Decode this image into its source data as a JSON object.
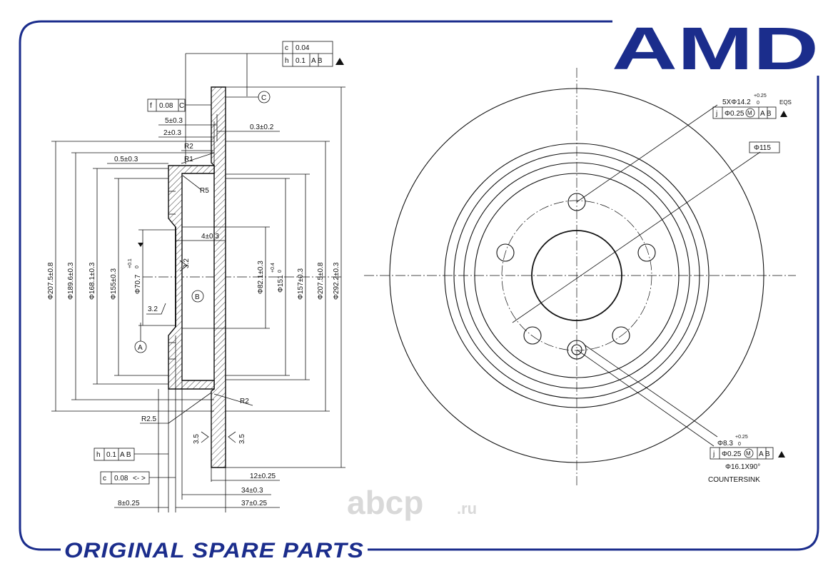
{
  "brand": {
    "logo_text": "AMD",
    "tagline": "ORIGINAL SPARE PARTS",
    "color": "#1b2d8c"
  },
  "watermark": {
    "text": "abcp",
    "suffix": ".ru"
  },
  "section_view": {
    "labels": {
      "tol_c_sym": "c",
      "tol_c_val": "0.04",
      "tol_h_sym": "h",
      "tol_h_val": "0.1",
      "tol_h_ref": "A B",
      "tol_f_sym": "f",
      "tol_f_val": "0.08",
      "tol_f_ref": "C",
      "datum_c": "C",
      "datum_b": "B",
      "datum_a": "A",
      "d_5": "5±0.3",
      "d_2": "2±0.3",
      "d_03": "0.3±0.2",
      "r2_top": "R2",
      "r1": "R1",
      "d_05": "0.5±0.3",
      "r5": "R5",
      "d_4": "4±0.3",
      "rough_32a": "3.2",
      "rough_32b": "3.2",
      "dia_2075_left": "Φ207.5±0.8",
      "dia_1896": "Φ189.6±0.3",
      "dia_1681": "Φ168.1±0.3",
      "dia_155": "Φ155±0.3",
      "dia_707": "Φ70.7",
      "dia_707_tol_up": "+0.1",
      "dia_707_tol_low": "0",
      "dia_821": "Φ82.1±0.3",
      "dia_151": "Φ151",
      "dia_151_tol_up": "+0.4",
      "dia_151_tol_low": "0",
      "dia_157": "Φ157±0.3",
      "dia_2075_right": "Φ207.5±0.8",
      "dia_2922": "Φ292.2±0.3",
      "r2_bottom": "R2",
      "r25": "R2.5",
      "rough_35a": "3.5",
      "rough_35b": "3.5",
      "tol_h2_sym": "h",
      "tol_h2_val": "0.1",
      "tol_h2_ref": "A B",
      "tol_c2_sym": "c",
      "tol_c2_val": "0.08",
      "tol_c2_ref": "<- >",
      "d_12": "12±0.25",
      "d_34": "34±0.3",
      "d_8": "8±0.25",
      "d_37": "37±0.25"
    }
  },
  "front_view": {
    "labels": {
      "holes_note": "5XΦ14.2",
      "holes_tol_up": "+0.25",
      "holes_tol_low": "0",
      "holes_eqs": "EQS",
      "holes_pos_sym": "j",
      "holes_pos_val": "Φ0.25",
      "holes_pos_mod": "M",
      "holes_pos_ref": "A B",
      "pcd": "Φ115",
      "pin_note": "Φ8.3",
      "pin_tol_up": "+0.25",
      "pin_tol_low": "0",
      "pin_pos_sym": "j",
      "pin_pos_val": "Φ0.25",
      "pin_pos_mod": "M",
      "pin_pos_ref": "A B",
      "countersink_dia": "Φ16.1X90°",
      "countersink_word": "COUNTERSINK"
    }
  }
}
